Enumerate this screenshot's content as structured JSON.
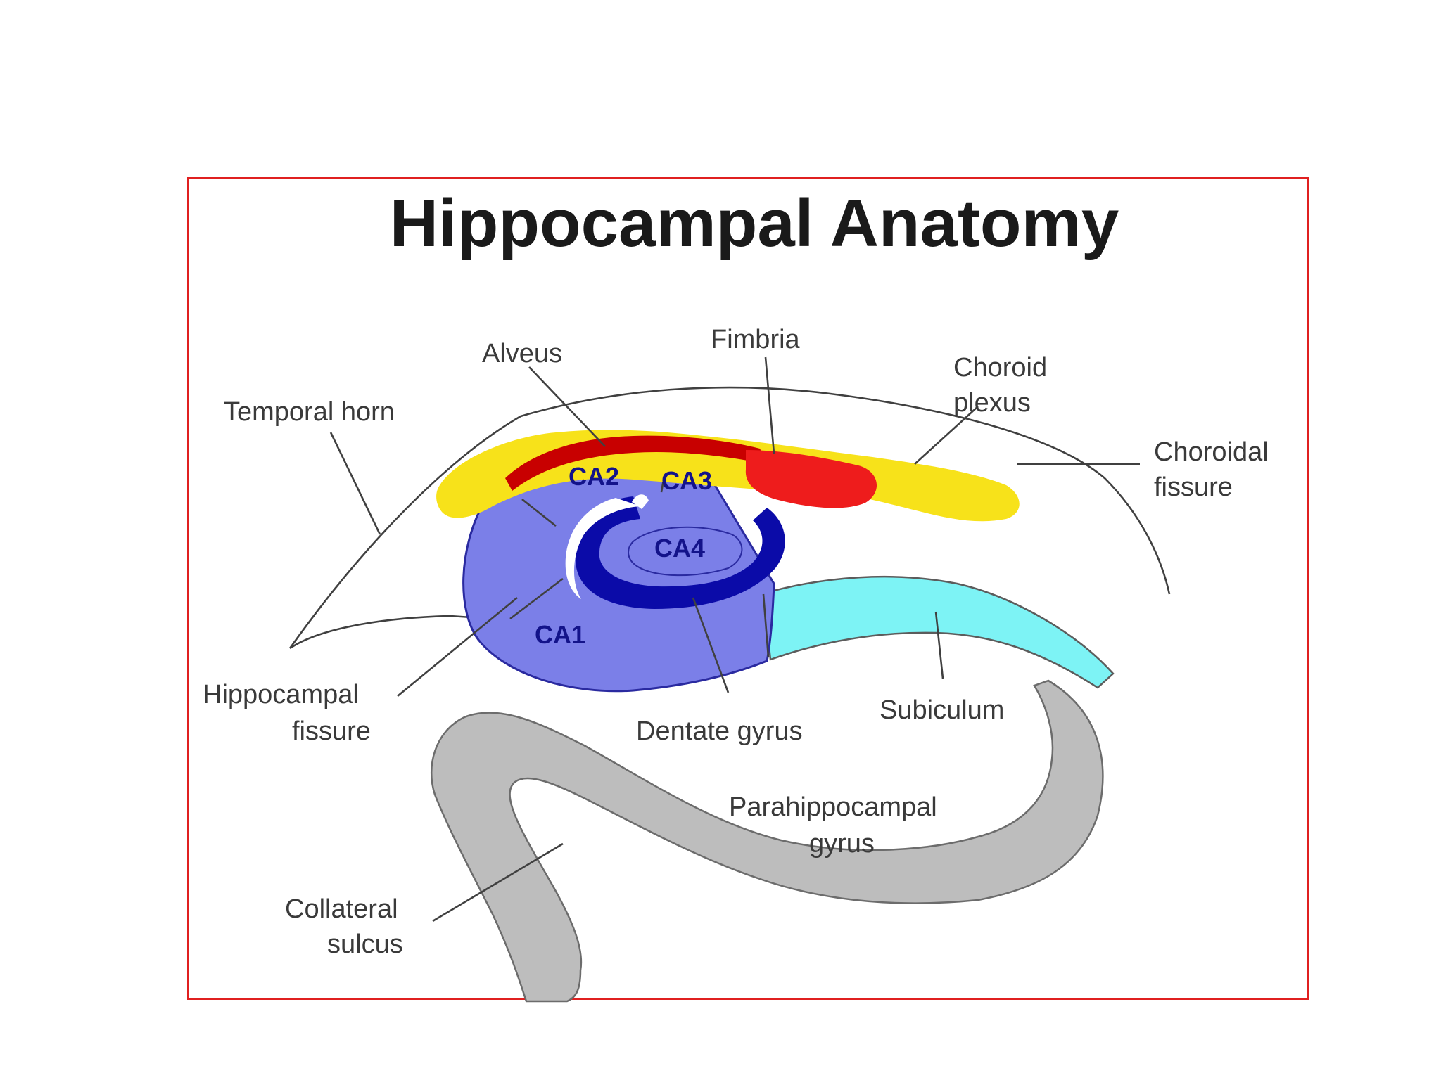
{
  "title": "Hippocampal Anatomy",
  "regions": {
    "ca1": "CA1",
    "ca2": "CA2",
    "ca3": "CA3",
    "ca4": "CA4"
  },
  "labels": {
    "alveus": "Alveus",
    "fimbria": "Fimbria",
    "choroid_plexus": [
      "Choroid",
      "plexus"
    ],
    "temporal_horn": "Temporal horn",
    "choroidal_fissure": [
      "Choroidal",
      "fissure"
    ],
    "hippocampal_fissure": [
      "Hippocampal",
      "fissure"
    ],
    "dentate_gyrus": "Dentate gyrus",
    "subiculum": "Subiculum",
    "parahippocampal_gyrus": [
      "Parahippocampal",
      "gyrus"
    ],
    "collateral_sulcus": [
      "Collateral",
      "sulcus"
    ]
  },
  "colors": {
    "frame_border": "#e02020",
    "cornu_ammonis": "#7b7fe8",
    "dentate_gyrus": "#0b0ba8",
    "subiculum": "#7df3f5",
    "parahippocampal": "#bdbdbd",
    "fimbria": "#ee1c1c",
    "alveus": "#c80000",
    "choroid_plexus": "#f7e21a"
  }
}
